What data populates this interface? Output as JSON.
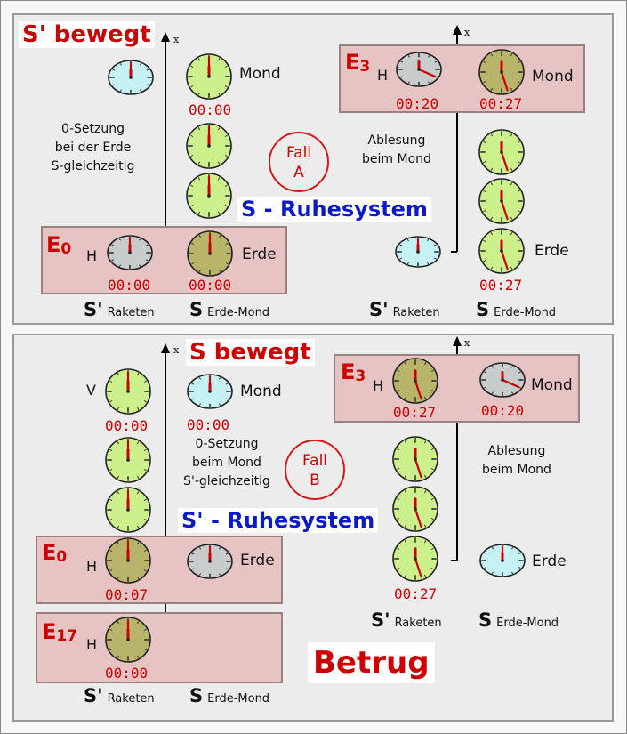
{
  "top": {
    "banner": "S' bewegt",
    "rest_label": "S  - Ruhesystem",
    "fall": {
      "line1": "Fall",
      "line2": "A"
    },
    "note_left": {
      "line1": "0-Setzung",
      "line2": "bei der Erde",
      "line3": "S-gleichzeitig"
    },
    "note_right": {
      "line1": "Ablesung",
      "line2": "beim Mond"
    },
    "e0": {
      "label": "E",
      "sub": "0",
      "clock_label": "H",
      "time_h": "00:00",
      "time_earth": "00:00",
      "place": "Erde"
    },
    "e3": {
      "label": "E",
      "sub": "3",
      "clock_label": "H",
      "time_h": "00:20",
      "time_moon": "00:27",
      "place": "Mond"
    },
    "moon_label": "Mond",
    "moon_time": "00:00",
    "earth_label": "Erde",
    "earth_time": "00:27",
    "legend_left": {
      "sym": "S'",
      "text": "Raketen"
    },
    "legend_mid": {
      "sym": "S",
      "text": "Erde-Mond"
    },
    "legend_right_a": {
      "sym": "S'",
      "text": "Raketen"
    },
    "legend_right_b": {
      "sym": "S",
      "text": "Erde-Mond"
    },
    "axis_label": "x"
  },
  "bottom": {
    "banner": "S  bewegt",
    "rest_label": "S' - Ruhesystem",
    "fall": {
      "line1": "Fall",
      "line2": "B"
    },
    "note_left": {
      "line1": "0-Setzung",
      "line2": "beim Mond",
      "line3": "S'-gleichzeitig"
    },
    "note_right": {
      "line1": "Ablesung",
      "line2": "beim Mond"
    },
    "v_label": "V",
    "v_time": "00:00",
    "moon_label": "Mond",
    "moon_time": "00:00",
    "e0": {
      "label": "E",
      "sub": "0",
      "clock_label": "H",
      "time_h": "00:07",
      "place": "Erde"
    },
    "e17": {
      "label": "E",
      "sub": "17",
      "clock_label": "H",
      "time_h": "00:00"
    },
    "e3": {
      "label": "E",
      "sub": "3",
      "clock_label": "H",
      "time_h": "00:27",
      "time_moon": "00:20",
      "place": "Mond"
    },
    "earth_label": "Erde",
    "right_time": "00:27",
    "betrug": "Betrug",
    "legend_left": {
      "sym": "S'",
      "text": "Raketen"
    },
    "legend_mid": {
      "sym": "S",
      "text": "Erde-Mond"
    },
    "legend_right_a": {
      "sym": "S'",
      "text": "Raketen"
    },
    "legend_right_b": {
      "sym": "S",
      "text": "Erde-Mond"
    },
    "axis_label": "x"
  },
  "colors": {
    "accent_red": "#cc0000",
    "rest_blue": "#0a1ac8",
    "clock_green": "#ccf08c",
    "clock_olive": "#b8b46a",
    "clock_gray": "#c8cccd",
    "clock_cyan": "#c6f2f6",
    "event_box": "#e6c4c4"
  }
}
